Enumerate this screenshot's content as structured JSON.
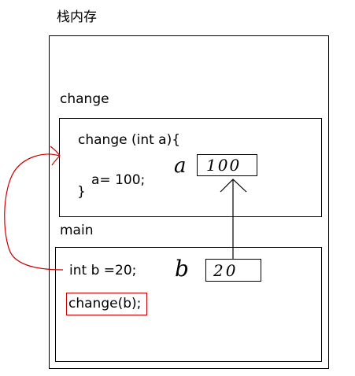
{
  "stack_title": "栈内存",
  "change_frame": {
    "label": "change",
    "line1": "change (int   a){",
    "line2": "a= 100;",
    "line3": "}",
    "var_symbol": "a",
    "var_value": "100"
  },
  "main_frame": {
    "label": "main",
    "line1": "int b =20;",
    "call": "change(b);",
    "var_symbol": "b",
    "var_value": "20"
  },
  "colors": {
    "line": "#000000",
    "arrow_red": "#cc0000",
    "call_border": "#cc0000"
  }
}
